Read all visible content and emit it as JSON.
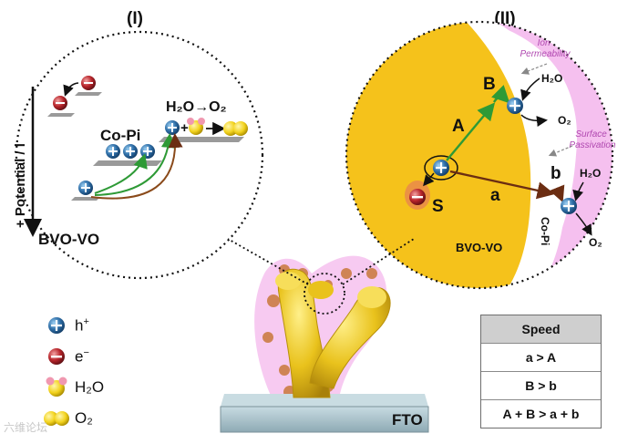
{
  "panels": {
    "left_title": "(I)",
    "right_title": "(II)"
  },
  "panel_one": {
    "potential_axis_label": "+ Potential / l",
    "bottom_label": "BVO-VO",
    "cocatalyst_label": "Co-Pi",
    "reaction_text": "H₂O→O₂",
    "reaction_plus": "+"
  },
  "panel_two": {
    "ion_permeability": "Ion\nPermeability",
    "surface_passivation": "Surface\nPassivation",
    "label_A": "A",
    "label_B": "B",
    "label_a": "a",
    "label_b": "b",
    "label_S": "S",
    "bvo_label": "BVO-VO",
    "copi_label": "Co-Pi",
    "water_top": "H₂O",
    "oxygen_top": "O₂",
    "water_bottom": "H₂O",
    "oxygen_bottom": "O₂"
  },
  "substrate": {
    "label": "FTO"
  },
  "legend": [
    {
      "icon": "hole-icon",
      "label": "h",
      "sup": "+"
    },
    {
      "icon": "electron-icon",
      "label": "e",
      "sup": "−"
    },
    {
      "icon": "water-molecule-icon",
      "label": "H₂O",
      "sup": ""
    },
    {
      "icon": "oxygen-molecule-icon",
      "label": "O₂",
      "sup": ""
    }
  ],
  "speed_table": {
    "header": "Speed",
    "rows": [
      "a > A",
      "B > b",
      "A + B > a + b"
    ]
  },
  "watermark": "六维论坛",
  "colors": {
    "bvo_yellow": "#f5c21b",
    "copi_pink": "#ee9ae8",
    "hole_blue": "#2f6fa8",
    "electron_red": "#b8252b",
    "arrow_green": "#2e9a36",
    "arrow_brown": "#6b2d12",
    "fto_gray": "#a9c3cb"
  }
}
